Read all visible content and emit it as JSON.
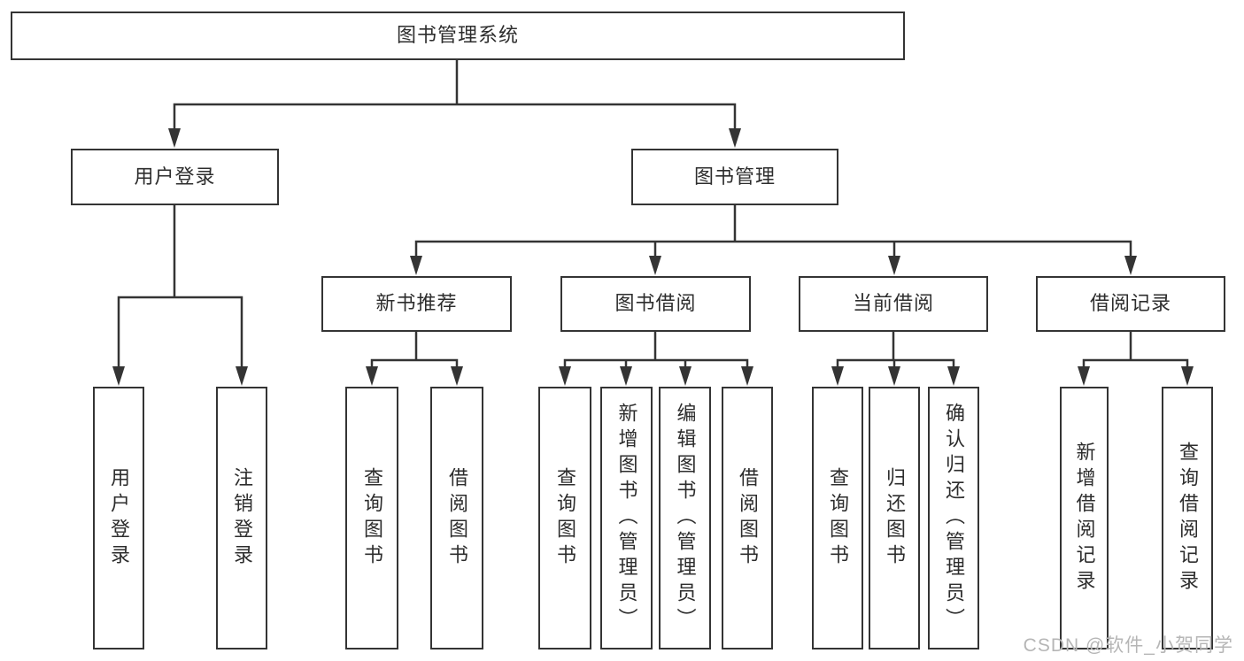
{
  "colors": {
    "line": "#343434",
    "box_border": "#343434",
    "text": "#2d2d2d",
    "watermark": "#b6b6b6",
    "background": "#ffffff"
  },
  "diagram": {
    "root": {
      "label": "图书管理系统"
    },
    "branches": [
      {
        "label": "用户登录",
        "children": [
          {
            "label": "用户登录"
          },
          {
            "label": "注销登录"
          }
        ]
      },
      {
        "label": "图书管理",
        "children": [
          {
            "label": "新书推荐",
            "children": [
              {
                "label": "查询图书"
              },
              {
                "label": "借阅图书"
              }
            ]
          },
          {
            "label": "图书借阅",
            "children": [
              {
                "label": "查询图书"
              },
              {
                "label": "新增图书（管理员）"
              },
              {
                "label": "编辑图书（管理员）"
              },
              {
                "label": "借阅图书"
              }
            ]
          },
          {
            "label": "当前借阅",
            "children": [
              {
                "label": "查询图书"
              },
              {
                "label": "归还图书"
              },
              {
                "label": "确认归还（管理员）"
              }
            ]
          },
          {
            "label": "借阅记录",
            "children": [
              {
                "label": "新增借阅记录"
              },
              {
                "label": "查询借阅记录"
              }
            ]
          }
        ]
      }
    ]
  },
  "watermark": {
    "text": "CSDN @软件_小贺同学"
  }
}
